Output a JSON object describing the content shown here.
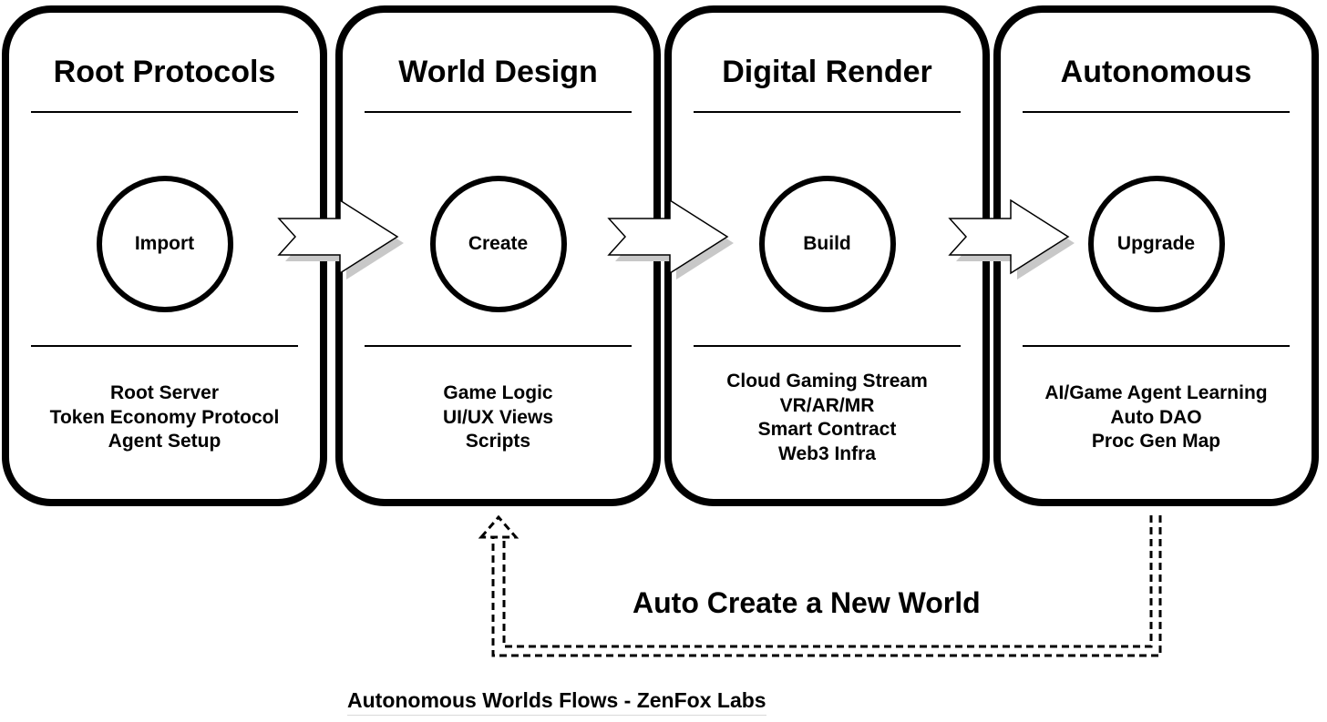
{
  "stages": [
    {
      "title": "Root Protocols",
      "step": "Import",
      "items": [
        "Root Server",
        "Token Economy Protocol",
        "Agent Setup"
      ]
    },
    {
      "title": "World Design",
      "step": "Create",
      "items": [
        "Game Logic",
        "UI/UX Views",
        "Scripts"
      ]
    },
    {
      "title": "Digital Render",
      "step": "Build",
      "items": [
        "Cloud Gaming Stream",
        "VR/AR/MR",
        "Smart Contract",
        "Web3 Infra"
      ]
    },
    {
      "title": "Autonomous",
      "step": "Upgrade",
      "items": [
        "AI/Game Agent Learning",
        "Auto DAO",
        "Proc Gen Map"
      ]
    }
  ],
  "loop": {
    "label": "Auto Create a New World"
  },
  "caption": "Autonomous Worlds Flows - ZenFox Labs",
  "colors": {
    "stroke": "#000000",
    "fill": "#ffffff",
    "arrow_shadow": "#c8c8c8"
  }
}
